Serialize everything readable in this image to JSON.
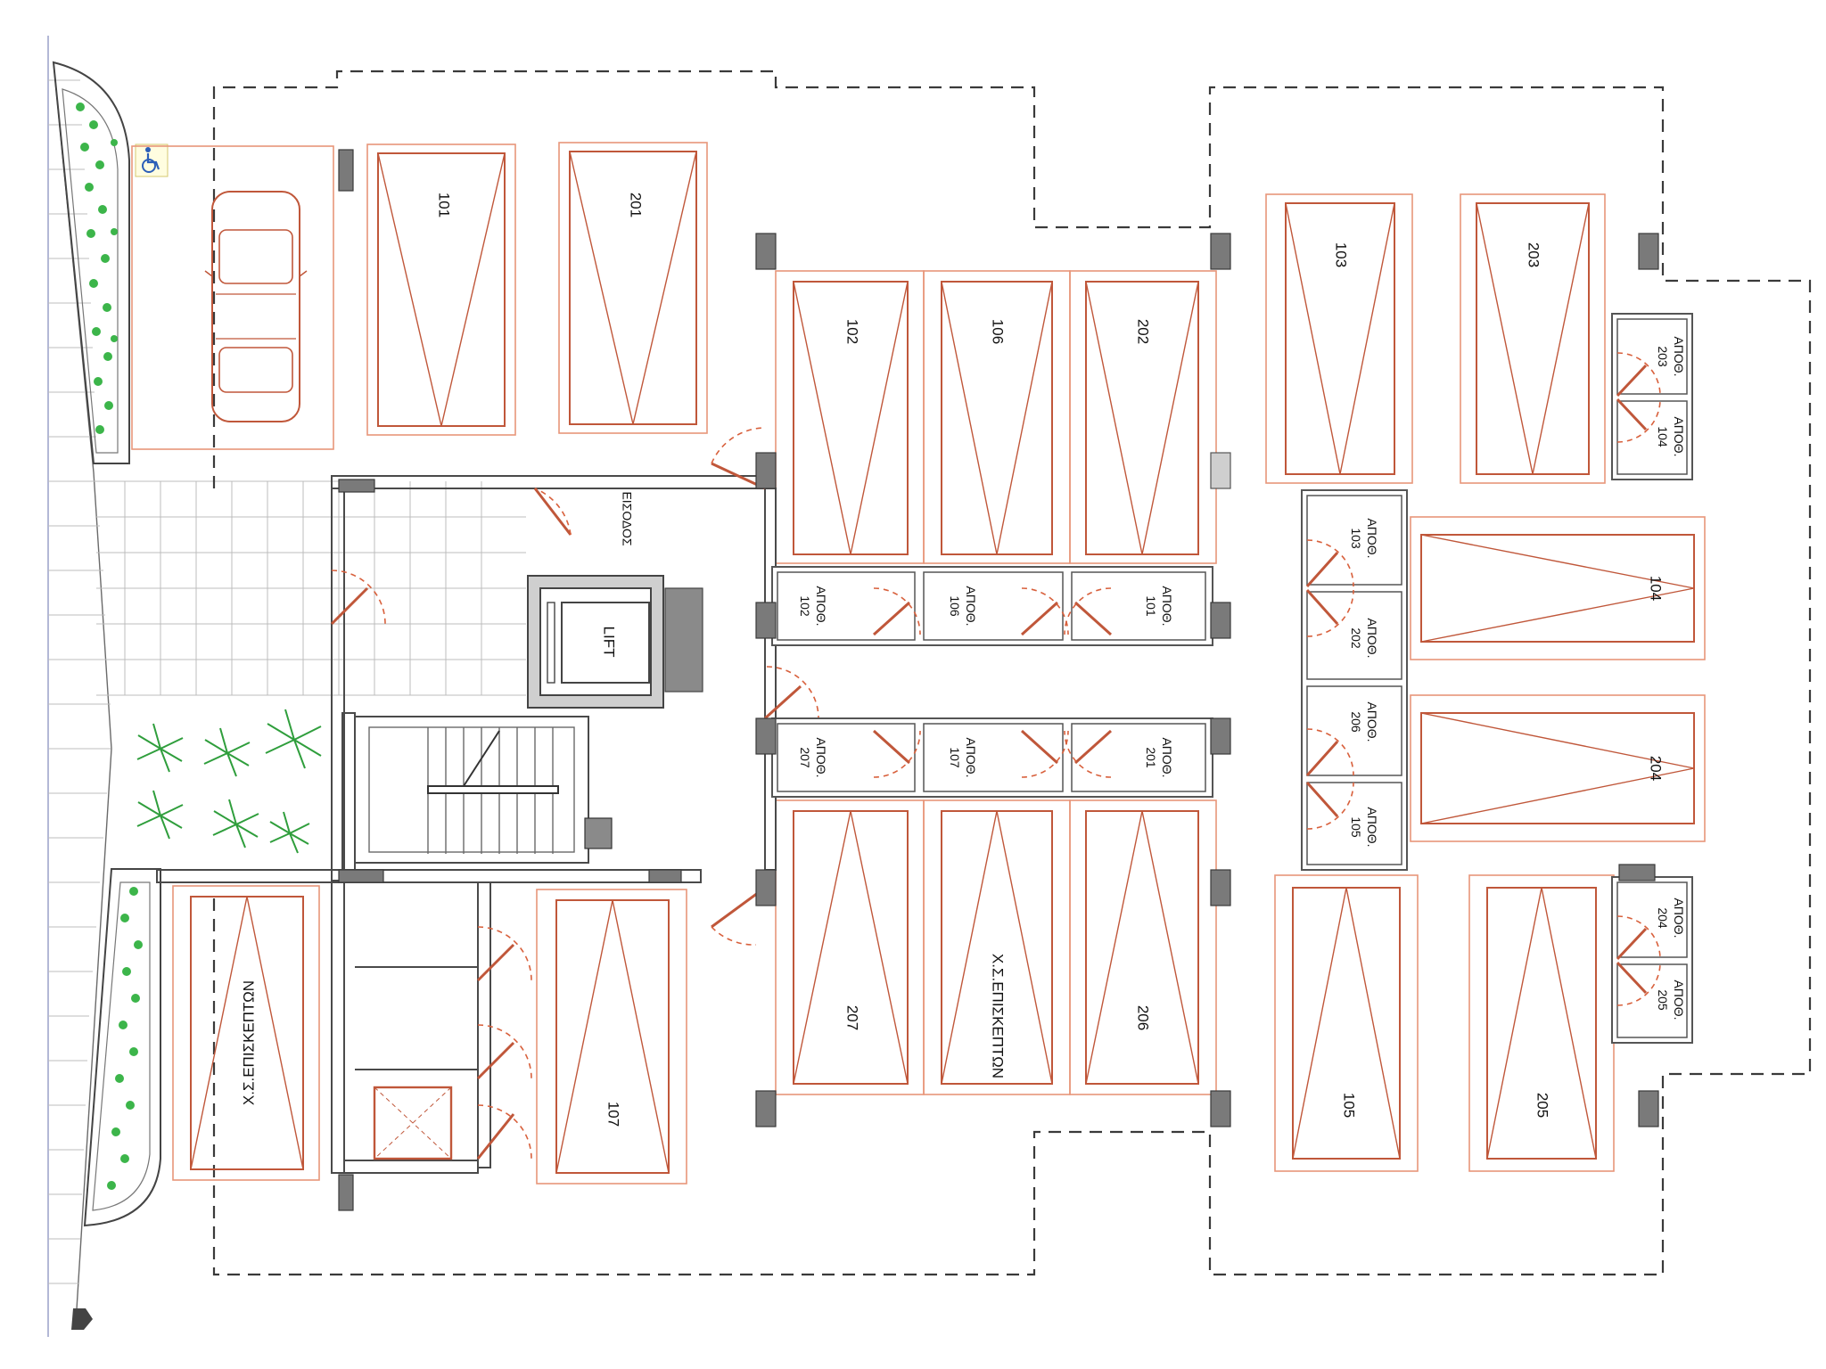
{
  "labels": {
    "entrance": "ΕΙΣΟΔΟΣ",
    "lift": "LIFT",
    "visitor_space_1": "Χ.Σ.ΕΠΙΣΚΕΠΤΩΝ",
    "visitor_space_2": "Χ.Σ.ΕΠΙΣΚΕΠΤΩΝ"
  },
  "parking_spaces": [
    "101",
    "201",
    "102",
    "106",
    "202",
    "103",
    "203",
    "104",
    "204",
    "207",
    "206",
    "105",
    "205",
    "107"
  ],
  "storage_prefix": "ΑΠΟΘ.",
  "storage_units": [
    "203",
    "104",
    "103",
    "202",
    "206",
    "105",
    "102",
    "106",
    "101",
    "207",
    "107",
    "201",
    "204",
    "205"
  ],
  "icons": [
    "wheelchair-icon",
    "car-icon",
    "north-arrow-icon",
    "palm-tree-icon",
    "hedge-plant-icon"
  ],
  "colors": {
    "parking_line": "#c0573a",
    "parking_outline": "#e8967a",
    "walls": "#4a4a4a",
    "columns": "#7a7a7a",
    "planting": "#3cb54a"
  }
}
